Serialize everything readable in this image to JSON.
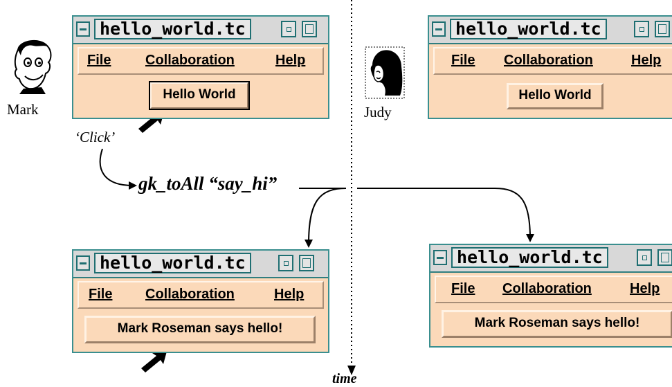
{
  "people": {
    "mark": "Mark",
    "judy": "Judy"
  },
  "window": {
    "title": "hello_world.tc",
    "menu": {
      "file": "File",
      "collaboration": "Collaboration",
      "help": "Help"
    }
  },
  "buttons": {
    "hello": "Hello World",
    "hello_after": "Mark Roseman says hello!"
  },
  "annotations": {
    "click": "‘Click’",
    "command": "gk_toAll “say_hi”",
    "time": "time"
  },
  "icons": {
    "mark_avatar": "cartoon-man-face",
    "judy_avatar": "cartoon-woman-face",
    "cursor": "pointer-arrow"
  }
}
